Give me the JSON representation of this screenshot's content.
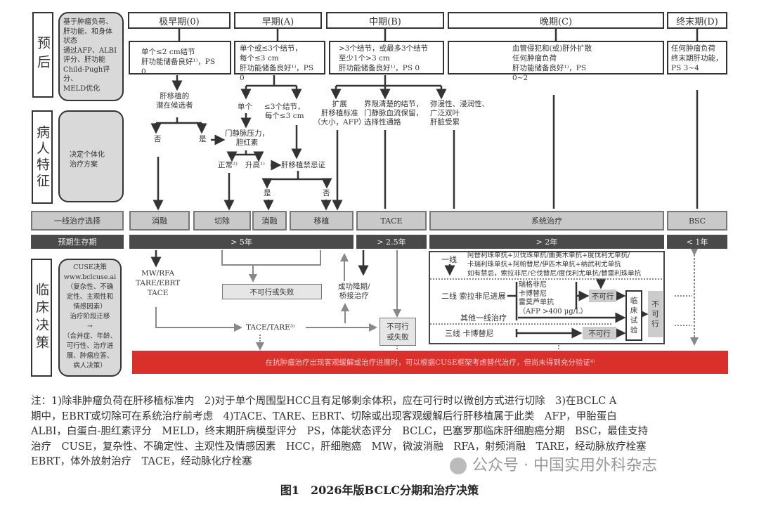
{
  "rows": {
    "prognosis": "预后",
    "patient": "病人特征",
    "clinical": "临床决策",
    "first_line": "一线治疗选择",
    "survival": "预期生存期"
  },
  "notes": {
    "prognosis": [
      "基于肿瘤负荷、",
      "肝功能、和身体",
      "状态",
      "通过AFP、ALBI",
      "评分、肝功能",
      "Child-Pugh评分、",
      "MELD优化"
    ],
    "patient": [
      "决定个体化",
      "治疗方案"
    ],
    "cuse": [
      "CUSE决策",
      "www.bclcuse.ai",
      "（复杂性、不确",
      "定性、主观性和",
      "情感因素）",
      "治疗阶段迁移",
      "→",
      "（合并症、年龄、",
      "可行性、治疗进",
      "展、肿瘤应答、",
      "病人决策）"
    ]
  },
  "stages": [
    {
      "name": "极早期(0)",
      "criteria": [
        "单个≤2 cm结节",
        "肝功能储备良好¹⁾，PS 0"
      ]
    },
    {
      "name": "早期(A)",
      "criteria": [
        "单个或≤3个结节，",
        "每个≤3 cm",
        "肝功能储备良好¹⁾，PS 0"
      ]
    },
    {
      "name": "中期(B)",
      "criteria": [
        ">3个结节，或最多3个结节",
        "至少1个>3 cm",
        "肝功能储备良好¹⁾，PS 0"
      ]
    },
    {
      "name": "晚期(C)",
      "criteria": [
        "血管侵犯和(或)肝外扩散",
        "任何肿瘤负荷",
        "肝功能储备良好¹⁾，PS 0~2"
      ]
    },
    {
      "name": "终末期(D)",
      "criteria": [
        "任何肿瘤负荷",
        "终末期肝功能，",
        "PS 3~4"
      ]
    }
  ],
  "flow": {
    "candidate": [
      "肝移植的",
      "潜在候选者"
    ],
    "no1": "否",
    "yes1": "是",
    "single": "单个",
    "multi": [
      "≤3个结节，",
      "每个≤3 cm"
    ],
    "portal": [
      "门静脉压力，",
      "胆红素"
    ],
    "normal": "正常²⁾",
    "elevated": "升高¹⁾",
    "contra": "肝移植禁忌证",
    "yes2": "是",
    "no2": "否",
    "expand": [
      "扩展",
      "肝移植标准",
      "（大小，AFP）"
    ],
    "defined": [
      "界限清楚的结节，",
      "门静脉血流保留，",
      "选择性通路"
    ],
    "diffuse": [
      "弥漫性、浸润性、",
      "广泛双叶",
      "肝脏受累"
    ]
  },
  "treatments": [
    "消融",
    "切除",
    "消融",
    "移植",
    "TACE",
    "系统治疗",
    "BSC"
  ],
  "survival": [
    "> 5年",
    "> 2.5年",
    "> 2年",
    "< 1年"
  ],
  "clinical": {
    "mw": [
      "MW/RFA",
      "TARE/EBRT",
      "TACE"
    ],
    "fail1": "不可行或失败",
    "downstage": [
      "成功降期/",
      "桥接治疗"
    ],
    "tace_tare": "TACE/TARE³⁾",
    "fail2": [
      "不可行",
      "或失败"
    ]
  },
  "systemic": {
    "first": "一线",
    "first_lines": [
      "阿替利珠单抗+贝伐珠单抗/曲美木单抗+度伐利尤单抗/",
      "卡瑞利珠单抗+阿帕替尼/伊匹木单抗+纳武利尤单抗",
      "如有禁忌，索拉非尼/仑伐替尼/度伐利尤单抗/替雷利珠单抗"
    ],
    "second": "二线 索拉非尼进展",
    "second_drugs": [
      "瑞格非尼",
      "卡博替尼",
      "雷莫芦单抗",
      "（AFP >400 μg/L）"
    ],
    "other_first": "其他一线治疗",
    "third": "三线 卡博替尼",
    "not_feasible": "不可行",
    "trial": [
      "临",
      "床",
      "试",
      "验"
    ],
    "final": [
      "不",
      "可",
      "行"
    ]
  },
  "red_bar": "在抗肿瘤治疗出现客观缓解或治疗进展时，可以根据CUSE框架考虑替代治疗，但尚未得到充分验证⁴⁾",
  "footnotes": [
    "注：1)除非肿瘤负荷在肝移植标准内　2)对于单个周围型HCC且有足够剩余体积，应在可行时以微创方式进行切除　3)在BCLC A",
    "期中，EBRT或切除可在系统治疗前考虑　4)TACE、TARE、EBRT、切除或出现客观缓解后行肝移植属于此类　AFP，甲胎蛋白",
    "ALBI，白蛋白-胆红素评分　MELD，终末期肝病模型评分　PS，体能状态评分　BCLC，巴塞罗那临床肝细胞癌分期　BSC，最佳支持",
    "治疗　CUSE，复杂性、不确定性、主观性及情感因素　HCC，肝细胞癌　MW，微波消融　RFA，射频消融　TARE，经动脉放疗栓塞",
    "EBRT，体外放射治疗　TACE，经动脉化疗栓塞"
  ],
  "watermark": "公众号 · 中国实用外科杂志",
  "caption": "图1　2026年版BCLC分期和治疗决策",
  "colors": {
    "red_bar": "#d9302c",
    "dark_bar": "#4a4a4a",
    "gray_box": "#c9c9c9"
  }
}
